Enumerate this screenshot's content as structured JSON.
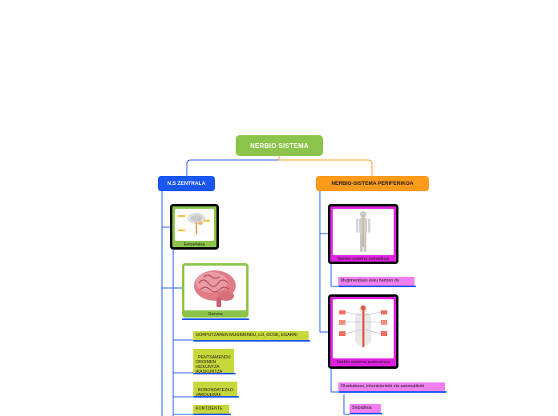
{
  "root": {
    "label": "NERBIO SISTEMA"
  },
  "left_branch": {
    "label": "N.S ZENTRALA",
    "image_entzefaloa": {
      "caption": "Entzefaloa"
    },
    "image_garuna": {
      "caption": "Garuna"
    },
    "topics": [
      {
        "text": "GORPUTZAREN MUGIMENDU, LO, GOSE, EGARRI"
      },
      {
        "text": "PENTSAMENDU\nOROIMEN\nHIZKUNTZA\nIKASKUNTZA"
      },
      {
        "text": "BORONDATEZKO\nJARDUERAK"
      },
      {
        "text": "KONTZIENTE"
      }
    ]
  },
  "right_branch": {
    "label": "NERBIO-SISTEMA PERIFERIKOA",
    "image_somatikoa": {
      "caption": "Nerbio-sistema somatikoa"
    },
    "somatikoa_topic": {
      "text": "Mugimenduan esku hartzen du"
    },
    "image_autonomoa": {
      "caption": "Nerbio-sistema autonomoa"
    },
    "autonomoa_topic": {
      "text": "Oharkabean, inkontzienteki eta automatikoki"
    },
    "sub_topic": {
      "text": "Sinpatikoa"
    }
  },
  "colors": {
    "root": "#8cc44b",
    "central": "#1a56f0",
    "peripheral": "#ff9b1a",
    "green_card": "#8cc44b",
    "magenta_card": "#e020e0",
    "green_tag": "#c6d93a",
    "pink_tag": "#f080f0"
  }
}
